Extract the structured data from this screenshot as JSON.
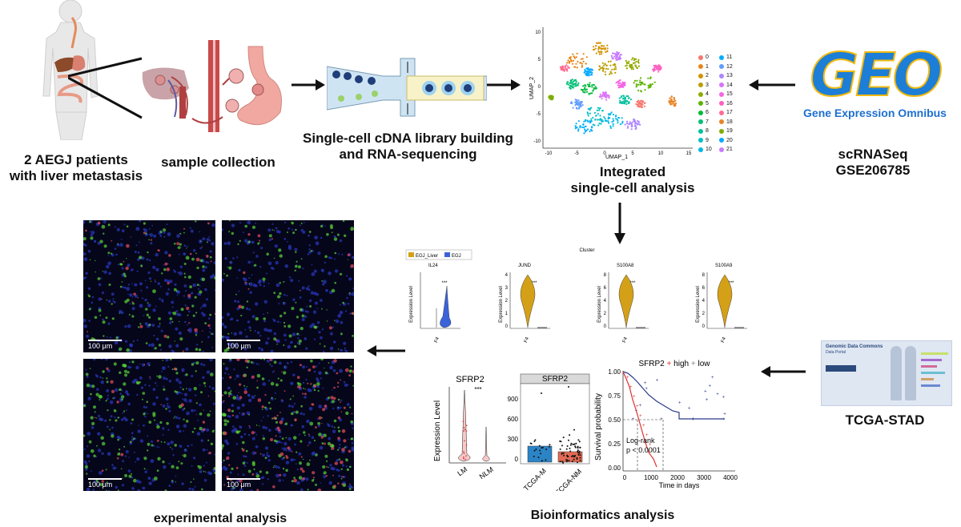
{
  "top": {
    "patients_label": "2 AEGJ patients\nwith liver metastasis",
    "sample_label": "sample collection",
    "sequencing_label": "Single-cell cDNA library building\nand RNA-sequencing",
    "integrated_label": "Integrated\nsingle-cell analysis",
    "geo_logo": "GEO",
    "geo_subtitle": "Gene Expression Omnibus",
    "geo_dataset": "scRNASeq\nGSE206785"
  },
  "umap": {
    "ylabel": "UMAP_2",
    "xlabel": "UMAP_1",
    "xticks": [
      "-10",
      "-5",
      "0",
      "5",
      "10",
      "15"
    ],
    "yticks": [
      "10",
      "5",
      "0",
      "-5",
      "-10"
    ],
    "legend_col1": [
      "0",
      "1",
      "2",
      "3",
      "4",
      "5",
      "6",
      "7",
      "8",
      "9",
      "10"
    ],
    "legend_col2": [
      "11",
      "12",
      "13",
      "14",
      "15",
      "16",
      "17",
      "18",
      "19",
      "20",
      "21"
    ],
    "colors": [
      "#f8766d",
      "#e7861a",
      "#d39200",
      "#bb9d00",
      "#93aa00",
      "#5eb300",
      "#00ba38",
      "#00bf74",
      "#00c19f",
      "#00bfc4",
      "#00b9e3",
      "#00adfa",
      "#619cff",
      "#ae87ff",
      "#db72fb",
      "#f564e3",
      "#ff61c3",
      "#ff6c91",
      "#e88526",
      "#7cae00",
      "#00a9ff",
      "#c77cff"
    ]
  },
  "violin": {
    "cluster_title": "Cluster",
    "legend": [
      "EGJ_Liver",
      "EGJ"
    ],
    "legend_colors": [
      "#d4a017",
      "#3b63d9"
    ],
    "panels": [
      {
        "gene": "IL24",
        "ylabel": "Expression Level",
        "xlabel": "F4",
        "sig": "***",
        "yticks": []
      },
      {
        "gene": "JUND",
        "ylabel": "Expression Level",
        "xlabel": "F4",
        "sig": "***",
        "yticks": [
          "4",
          "3",
          "2",
          "1",
          "0"
        ]
      },
      {
        "gene": "S100A8",
        "ylabel": "Expression Level",
        "xlabel": "F4",
        "sig": "***",
        "yticks": [
          "8",
          "6",
          "4",
          "2",
          "0"
        ]
      },
      {
        "gene": "S100A9",
        "ylabel": "Expression Level",
        "xlabel": "F4",
        "sig": "***",
        "yticks": [
          "8",
          "6",
          "4",
          "2",
          "0"
        ]
      }
    ]
  },
  "sfrp2_violin": {
    "title": "SFRP2",
    "ylabel": "Expression Level",
    "sig": "***",
    "categories": [
      "LM",
      "NLM"
    ]
  },
  "sfrp2_box": {
    "title": "SFRP2",
    "yticks": [
      "900",
      "600",
      "300",
      "0"
    ],
    "categories": [
      "TCGA-M",
      "TCGA-NM"
    ]
  },
  "survival": {
    "title_prefix": "SFRP2",
    "high_label": "high",
    "low_label": "low",
    "ylabel": "Survival probability",
    "xlabel": "Time in days",
    "yticks": [
      "1.00",
      "0.75",
      "0.50",
      "0.25",
      "0.00"
    ],
    "xticks": [
      "0",
      "1000",
      "2000",
      "3000",
      "4000"
    ],
    "logrank": "Log-rank",
    "pvalue": "p < 0.0001",
    "high_color": "#e03030",
    "low_color": "#2a3a8a"
  },
  "tcga": {
    "portal_title": "Genomic Data Commons",
    "portal_sub": "Data Portal",
    "label": "TCGA-STAD"
  },
  "micro": {
    "scale": [
      "100 μm",
      "100 μm",
      "100 μm",
      "100 μm"
    ]
  },
  "bottom": {
    "experimental_label": "experimental analysis",
    "bioinf_label": "Bioinformatics analysis"
  }
}
